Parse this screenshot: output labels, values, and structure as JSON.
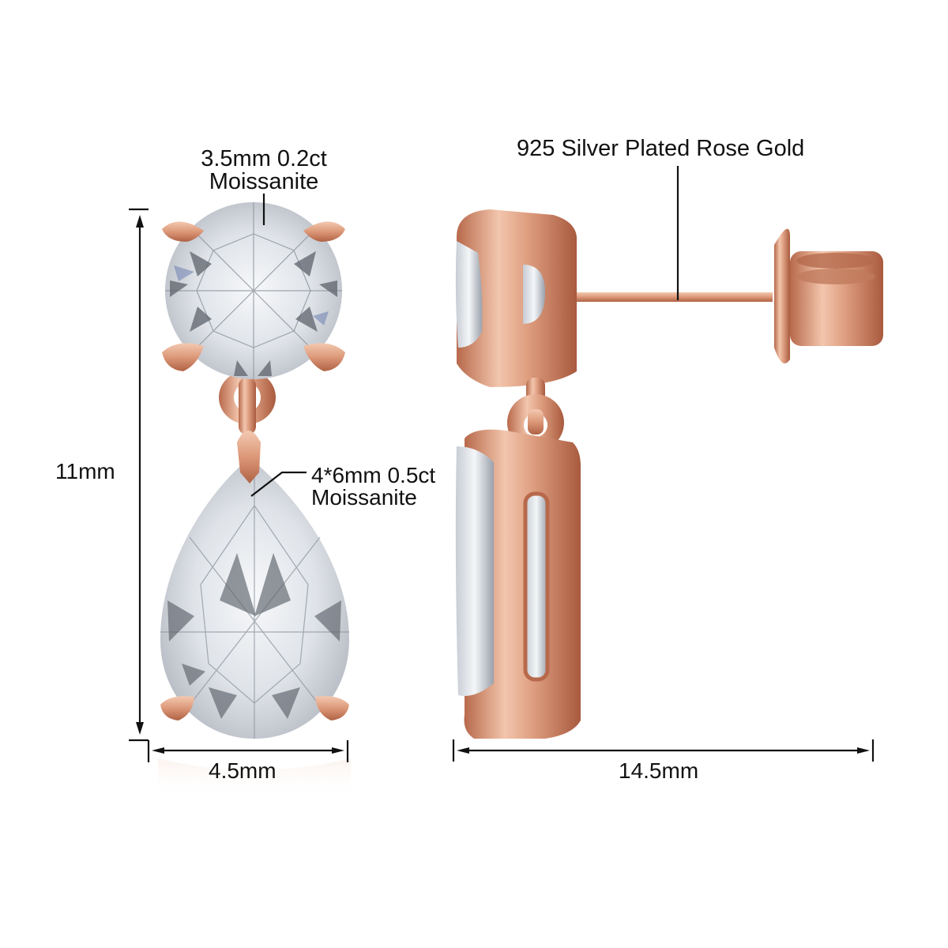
{
  "product": {
    "type": "drop-earrings",
    "views": [
      "front",
      "side"
    ]
  },
  "annotations": {
    "top_stone": {
      "line1": "3.5mm 0.2ct",
      "line2": "Moissanite"
    },
    "metal": {
      "text": "925 Silver Plated Rose Gold"
    },
    "pear_stone": {
      "line1": "4*6mm 0.5ct",
      "line2": "Moissanite"
    }
  },
  "dimensions": {
    "height": "11mm",
    "width": "4.5mm",
    "depth": "14.5mm"
  },
  "colors": {
    "metal": "#d99a7d",
    "metal_dark": "#b86a4c",
    "metal_light": "#f4cdb8",
    "stone": "#e9eef3",
    "stone_shadow": "#6f7680",
    "line": "#111111",
    "background": "#ffffff"
  }
}
